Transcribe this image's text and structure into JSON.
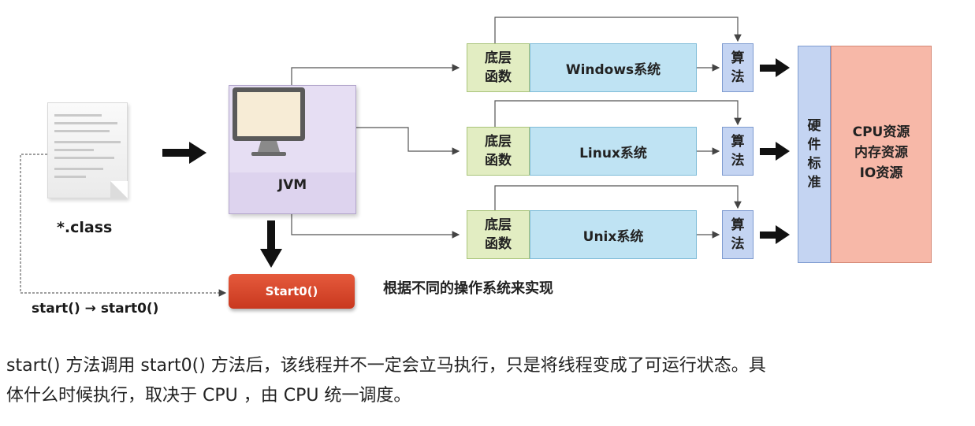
{
  "diagram": {
    "class_file_label": "*.class",
    "start_call_label": "start() → start0()",
    "jvm_label": "JVM",
    "start0_label": "Start0()",
    "caption": "根据不同的操作系统来实现",
    "rows": [
      {
        "func_line1": "底层",
        "func_line2": "函数",
        "os_label": "Windows系统",
        "algo_line1": "算",
        "algo_line2": "法"
      },
      {
        "func_line1": "底层",
        "func_line2": "函数",
        "os_label": "Linux系统",
        "algo_line1": "算",
        "algo_line2": "法"
      },
      {
        "func_line1": "底层",
        "func_line2": "函数",
        "os_label": "Unix系统",
        "algo_line1": "算",
        "algo_line2": "法"
      }
    ],
    "hardware_standard": [
      "硬",
      "件",
      "标",
      "准"
    ],
    "resources": [
      "CPU资源",
      "内存资源",
      "IO资源"
    ]
  },
  "text": {
    "line1": "start() 方法调用 start0() 方法后，该线程并不一定会立马执行，只是将线程变成了可运行状态。具",
    "line2": "体什么时候执行，取决于 CPU ，由 CPU 统一调度。"
  }
}
